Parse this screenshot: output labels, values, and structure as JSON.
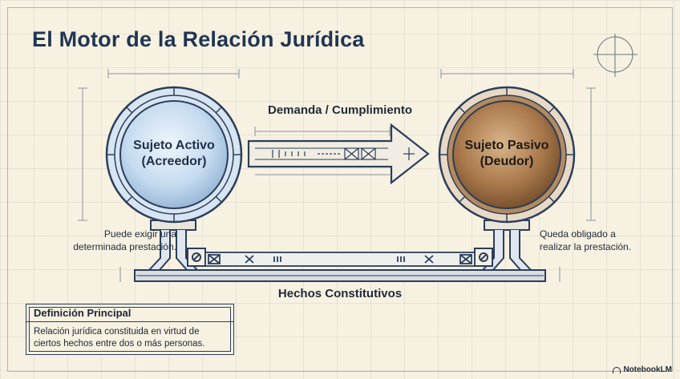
{
  "title": "El Motor de la Relación Jurídica",
  "active_subject": {
    "line1": "Sujeto Activo",
    "line2": "(Acreedor)",
    "note_line1": "Puede exigir una",
    "note_line2": "determinada prestación."
  },
  "passive_subject": {
    "line1": "Sujeto Pasivo",
    "line2": "(Deudor)",
    "note_line1": "Queda obligado a",
    "note_line2": "realizar la prestación."
  },
  "arrow_label": "Demanda / Cumplimiento",
  "base_label": "Hechos Constitutivos",
  "definition": {
    "heading": "Definición Principal",
    "line1": "Relación jurídica constituida en virtud de",
    "line2": "ciertos hechos entre dos o más personas."
  },
  "brand": "NotebookLM",
  "colors": {
    "navy": "#1f3552",
    "blue_disc": "#bcd4ec",
    "bronze_disc": "#a8784a",
    "paper": "#f7f1e1"
  }
}
